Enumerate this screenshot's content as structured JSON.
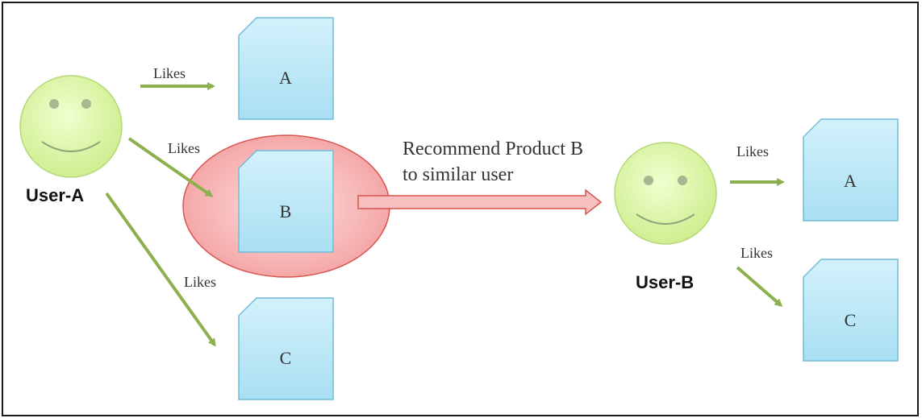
{
  "colors": {
    "face_fill": "#d8f7a0",
    "face_stroke": "#a9d46a",
    "doc_fill": "#bfe9f7",
    "doc_stroke": "#5fb7d6",
    "arrow": "#8db04f",
    "highlight_fill": "#f5a8a8",
    "highlight_stroke": "#d9534f",
    "recommend_arrow_fill": "#f7c0c0",
    "recommend_arrow_stroke": "#d9534f"
  },
  "user_a": {
    "label": "User-A",
    "edges": [
      {
        "label": "Likes",
        "target": "A"
      },
      {
        "label": "Likes",
        "target": "B"
      },
      {
        "label": "Likes",
        "target": "C"
      }
    ]
  },
  "user_b": {
    "label": "User-B",
    "edges": [
      {
        "label": "Likes",
        "target": "A"
      },
      {
        "label": "Likes",
        "target": "C"
      }
    ]
  },
  "products_a": [
    "A",
    "B",
    "C"
  ],
  "products_b": [
    "A",
    "C"
  ],
  "recommendation": {
    "line1": "Recommend Product B",
    "line2": "to similar user"
  }
}
